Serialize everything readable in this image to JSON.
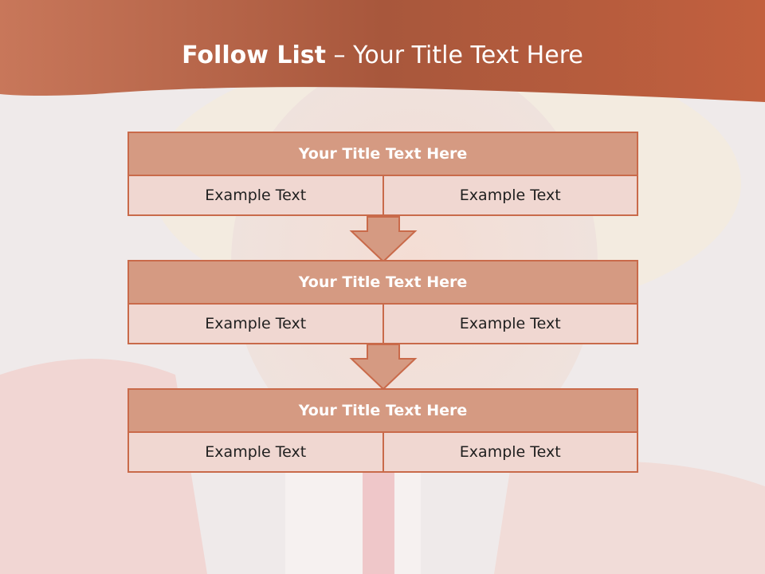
{
  "slide": {
    "title_bold": "Follow List",
    "title_rest": "– Your Title Text Here"
  },
  "blocks": [
    {
      "title": "Your Title Text Here",
      "left": "Example Text",
      "right": "Example Text"
    },
    {
      "title": "Your Title Text Here",
      "left": "Example Text",
      "right": "Example Text"
    },
    {
      "title": "Your Title Text Here",
      "left": "Example Text",
      "right": "Example Text"
    }
  ],
  "colors": {
    "header_band": "#b9583a",
    "box_fill": "#d59a82",
    "box_border": "#c96a4a",
    "cell_fill": "#f0d7d1"
  },
  "icons": [
    "down-arrow-icon",
    "down-arrow-icon"
  ]
}
